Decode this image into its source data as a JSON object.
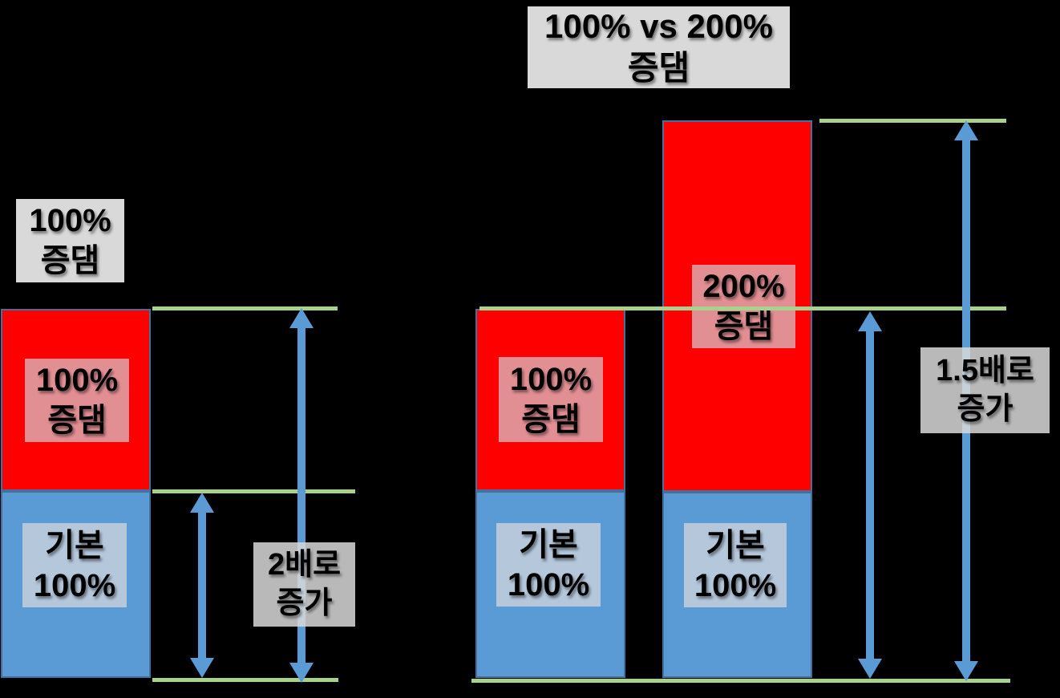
{
  "title": {
    "line1": "100% vs 200%",
    "line2": "증댐"
  },
  "left_group": {
    "header": {
      "line1": "100%",
      "line2": "증댐"
    },
    "bar": {
      "increase_label": {
        "line1": "100%",
        "line2": "증댐"
      },
      "base_label": {
        "line1": "기본",
        "line2": "100%"
      }
    },
    "measure": {
      "line1": "2배로",
      "line2": "증가"
    }
  },
  "right_group": {
    "bar_100": {
      "increase_label": {
        "line1": "100%",
        "line2": "증댐"
      },
      "base_label": {
        "line1": "기본",
        "line2": "100%"
      }
    },
    "bar_200": {
      "increase_label": {
        "line1": "200%",
        "line2": "증댐"
      },
      "base_label": {
        "line1": "기본",
        "line2": "100%"
      }
    },
    "measure": {
      "line1": "1.5배로",
      "line2": "증가"
    }
  },
  "colors": {
    "background": "#000000",
    "bar_red": "#FF0000",
    "bar_blue": "#5B9BD5",
    "bar_border": "#41719C",
    "label_pink": "#E28F93",
    "label_light_blue": "#B4C7DB",
    "gray_box": "#D9D9D9",
    "green_line": "#A9D18E",
    "arrow_blue": "#5B9BD5"
  },
  "chart_data": {
    "type": "bar",
    "subtype": "stacked",
    "title": "100% vs 200% 증댐",
    "categories": [
      "100% 증댐",
      "100% 증댐",
      "200% 증댐"
    ],
    "series": [
      {
        "name": "기본 100%",
        "color": "#5B9BD5",
        "values": [
          100,
          100,
          100
        ]
      },
      {
        "name": "증댐",
        "color": "#FF0000",
        "values": [
          100,
          100,
          200
        ]
      }
    ],
    "annotations": [
      {
        "text": "100% 증댐",
        "target": "left bar header"
      },
      {
        "text": "2배로 증가",
        "target": "left bar total vs base"
      },
      {
        "text": "1.5배로 증가",
        "target": "200% bar total vs 100% bar total"
      }
    ],
    "legend": false,
    "grid": false,
    "axis_labels": []
  }
}
